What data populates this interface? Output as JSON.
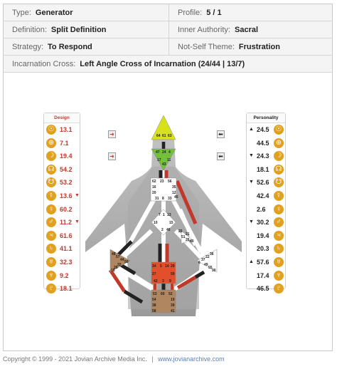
{
  "info": {
    "type_label": "Type:",
    "type_value": "Generator",
    "profile_label": "Profile:",
    "profile_value": "5 / 1",
    "definition_label": "Definition:",
    "definition_value": "Split Definition",
    "authority_label": "Inner Authority:",
    "authority_value": "Sacral",
    "strategy_label": "Strategy:",
    "strategy_value": "To Respond",
    "notself_label": "Not-Self Theme:",
    "notself_value": "Frustration",
    "cross_label": "Incarnation Cross:",
    "cross_value": "Left Angle Cross of Incarnation (24/44 | 13/7)"
  },
  "design": {
    "title": "Design",
    "rows": [
      {
        "icon": "sun-icon",
        "glyph": "☉",
        "value": "13.1",
        "mark": ""
      },
      {
        "icon": "earth-icon",
        "glyph": "⊕",
        "value": "7.1",
        "mark": ""
      },
      {
        "icon": "moon-icon",
        "glyph": "☽",
        "value": "19.4",
        "mark": ""
      },
      {
        "icon": "north-node-icon",
        "glyph": "☊",
        "value": "54.2",
        "mark": ""
      },
      {
        "icon": "south-node-icon",
        "glyph": "☋",
        "value": "53.2",
        "mark": ""
      },
      {
        "icon": "mercury-icon",
        "glyph": "☿",
        "value": "13.6",
        "mark": "▼"
      },
      {
        "icon": "venus-icon",
        "glyph": "♀",
        "value": "60.2",
        "mark": ""
      },
      {
        "icon": "mars-icon",
        "glyph": "♂",
        "value": "11.2",
        "mark": "▼"
      },
      {
        "icon": "jupiter-icon",
        "glyph": "♃",
        "value": "61.6",
        "mark": ""
      },
      {
        "icon": "saturn-icon",
        "glyph": "♄",
        "value": "41.1",
        "mark": ""
      },
      {
        "icon": "uranus-icon",
        "glyph": "♅",
        "value": "32.3",
        "mark": ""
      },
      {
        "icon": "neptune-icon",
        "glyph": "♆",
        "value": "9.2",
        "mark": ""
      },
      {
        "icon": "pluto-icon",
        "glyph": "♇",
        "value": "18.1",
        "mark": ""
      }
    ]
  },
  "personality": {
    "title": "Personality",
    "rows": [
      {
        "icon": "sun-icon",
        "glyph": "☉",
        "value": "24.5",
        "mark": "▲"
      },
      {
        "icon": "earth-icon",
        "glyph": "⊕",
        "value": "44.5",
        "mark": ""
      },
      {
        "icon": "moon-icon",
        "glyph": "☽",
        "value": "24.3",
        "mark": "▼"
      },
      {
        "icon": "north-node-icon",
        "glyph": "☊",
        "value": "18.1",
        "mark": ""
      },
      {
        "icon": "south-node-icon",
        "glyph": "☋",
        "value": "52.6",
        "mark": "▼"
      },
      {
        "icon": "mercury-icon",
        "glyph": "☿",
        "value": "42.4",
        "mark": ""
      },
      {
        "icon": "venus-icon",
        "glyph": "♀",
        "value": "2.6",
        "mark": ""
      },
      {
        "icon": "mars-icon",
        "glyph": "♂",
        "value": "30.2",
        "mark": "▼"
      },
      {
        "icon": "jupiter-icon",
        "glyph": "♃",
        "value": "19.4",
        "mark": ""
      },
      {
        "icon": "saturn-icon",
        "glyph": "♄",
        "value": "20.3",
        "mark": ""
      },
      {
        "icon": "uranus-icon",
        "glyph": "♅",
        "value": "57.6",
        "mark": "▲"
      },
      {
        "icon": "neptune-icon",
        "glyph": "♆",
        "value": "17.4",
        "mark": ""
      },
      {
        "icon": "pluto-icon",
        "glyph": "♇",
        "value": "46.5",
        "mark": ""
      }
    ]
  },
  "gates": {
    "g64": "64",
    "g61": "61",
    "g63": "63",
    "g47": "47",
    "g24": "24",
    "g4": "4",
    "g17": "17",
    "g43": "43",
    "g11": "11",
    "g62": "62",
    "g23": "23",
    "g56": "56",
    "g16": "16",
    "g20": "20",
    "g31": "31",
    "g8": "8",
    "g33": "33",
    "g35": "35",
    "g12": "12",
    "g45": "45",
    "g7": "7",
    "g1": "1",
    "g13": "13",
    "g10": "10",
    "g15": "15",
    "g2": "2",
    "g46": "46",
    "g25": "25",
    "g51": "51",
    "g21": "21",
    "g26": "26",
    "g40": "40",
    "g48": "48",
    "g57": "57",
    "g44": "44",
    "g50": "50",
    "g32": "32",
    "g28": "28",
    "g18": "18",
    "g36": "36",
    "g22": "22",
    "g37": "37",
    "g6": "6",
    "g49": "49",
    "g55": "55",
    "g30": "30",
    "g34": "34",
    "g5": "5",
    "g14": "14",
    "g29": "29",
    "g27": "27",
    "g59": "59",
    "g42": "42",
    "g3": "3",
    "g9": "9",
    "g53": "53",
    "g60": "60",
    "g52": "52",
    "g54": "54",
    "g38": "38",
    "g58": "58",
    "g19": "19",
    "g39": "39",
    "g41": "41"
  },
  "footer": {
    "copyright": "Copyright © 1999 - 2021 Jovian Archive Media Inc.",
    "separator": "|",
    "link": "www.jovianarchive.com"
  },
  "colors": {
    "design": "#c0392b",
    "defined_head": "#d7e21a",
    "defined_ajna": "#73c13b",
    "defined_sacral": "#e2502b",
    "spleen": "#b08660",
    "root": "#b08660",
    "body_silhouette": "#9b9b9b"
  }
}
